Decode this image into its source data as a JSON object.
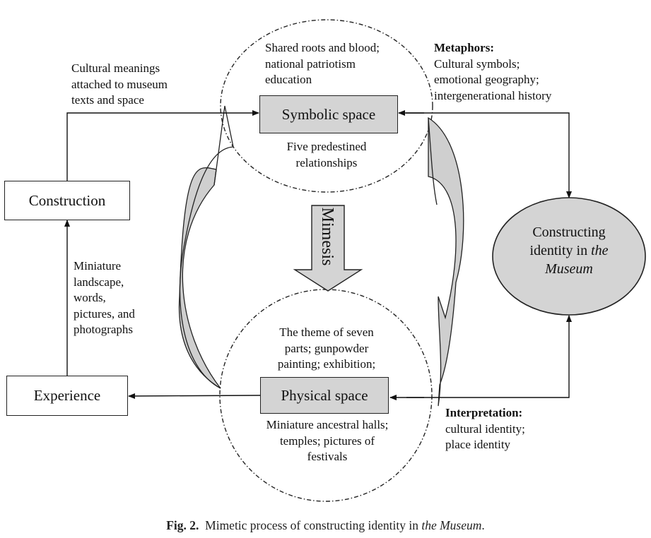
{
  "diagram": {
    "symbolic_above": [
      "Shared roots and blood;",
      "national patriotism",
      "education"
    ],
    "symbolic_space": "Symbolic space",
    "symbolic_below": [
      "Five predestined",
      "relationships"
    ],
    "mimesis": "Mimesis",
    "physical_above": [
      "The theme of seven",
      "parts; gunpowder",
      "painting; exhibition;"
    ],
    "physical_space": "Physical space",
    "physical_below": [
      "Miniature ancestral halls;",
      "temples; pictures of",
      "festivals"
    ],
    "construction": "Construction",
    "experience": "Experience",
    "cultural_meanings": [
      "Cultural meanings",
      "attached to museum",
      "texts and space"
    ],
    "miniature": [
      "Miniature",
      "landscape,",
      "words,",
      "pictures, and",
      "photographs"
    ],
    "metaphors_heading": "Metaphors:",
    "metaphors_items": [
      "Cultural symbols;",
      "emotional geography;",
      "intergenerational history"
    ],
    "interpretation_heading": "Interpretation:",
    "interpretation_items": [
      "cultural identity;",
      "place identity"
    ],
    "identity_line1": "Constructing",
    "identity_line2_plain": "identity in ",
    "identity_line2_italic": "the",
    "identity_line3_italic": "Museum",
    "colors": {
      "box_fill": "#d4d4d4",
      "stroke": "#222222",
      "swoosh_fill": "#cfcfcf"
    }
  },
  "caption": {
    "label": "Fig. 2.",
    "text": "Mimetic process of constructing identity in ",
    "italic": "the Museum",
    "end": "."
  }
}
